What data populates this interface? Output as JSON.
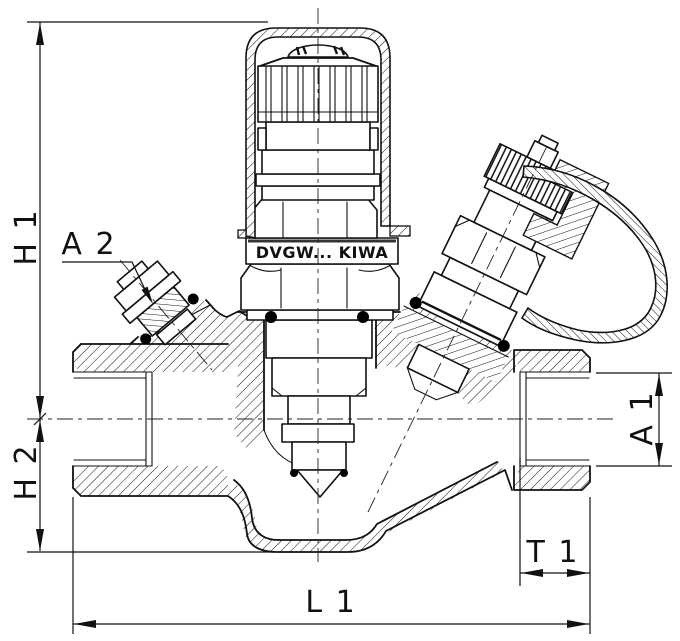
{
  "drawing": {
    "marking": "DVGW... KIWA",
    "dims": {
      "h1": "H 1",
      "h2": "H 2",
      "a1": "A 1",
      "a2": "A 2",
      "t1": "T 1",
      "l1": "L 1"
    },
    "colors": {
      "line": "#111111",
      "background": "#ffffff",
      "seal": "#000000"
    }
  }
}
